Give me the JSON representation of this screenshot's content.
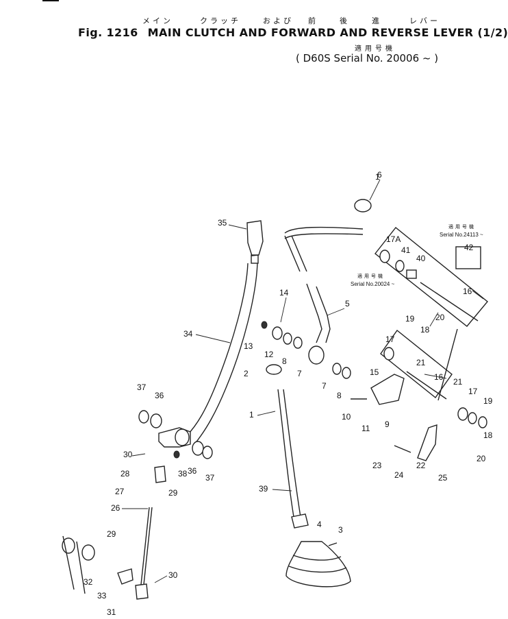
{
  "header": {
    "jp_title": [
      "メイン",
      "クラッチ",
      "および",
      "前",
      "後",
      "進",
      "レバー"
    ],
    "fig_label": "Fig. 1216",
    "title": "MAIN CLUTCH AND FORWARD AND REVERSE LEVER (1/2)",
    "applic_jp": "適用号機",
    "serial": "( D60S Serial No. 20006 ~ )"
  },
  "notes": {
    "right_box_jp": "適用号機",
    "right_box": "Serial No.24113 ~",
    "mid_jp": "適用号機",
    "mid": "Serial No.20024 ~"
  },
  "callouts": [
    "1",
    "2",
    "3",
    "4",
    "5",
    "6",
    "7",
    "7",
    "8",
    "8",
    "9",
    "10",
    "11",
    "12",
    "13",
    "14",
    "15",
    "16",
    "16",
    "17",
    "17",
    "17A",
    "18",
    "18",
    "19",
    "19",
    "20",
    "20",
    "21",
    "21",
    "22",
    "23",
    "24",
    "25",
    "26",
    "27",
    "28",
    "29",
    "29",
    "30",
    "30",
    "31",
    "32",
    "33",
    "34",
    "35",
    "36",
    "36",
    "37",
    "37",
    "38",
    "39",
    "40",
    "41",
    "42"
  ]
}
